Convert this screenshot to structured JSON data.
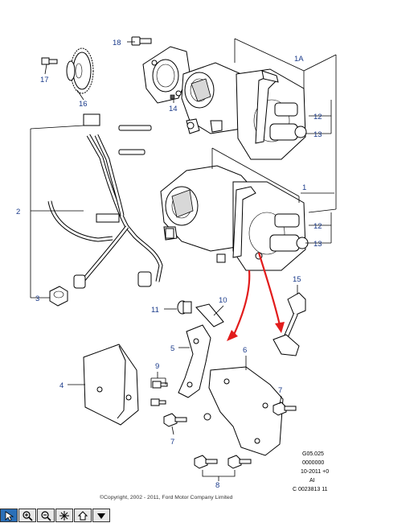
{
  "callouts": {
    "c18": "18",
    "c17": "17",
    "c16": "16",
    "c14": "14",
    "c1A": "1A",
    "c12a": "12",
    "c13a": "13",
    "c1": "1",
    "c12b": "12",
    "c13b": "13",
    "c2": "2",
    "c3": "3",
    "c15": "15",
    "c11": "11",
    "c10": "10",
    "c5": "5",
    "c6": "6",
    "c4": "4",
    "c9": "9",
    "c7a": "7",
    "c7b": "7",
    "c8": "8"
  },
  "reference": {
    "line1": "G05.025",
    "line2": "0000000",
    "line3": "10-2011 +0",
    "line4": "AI",
    "line5": "C  0023813  11"
  },
  "copyright": "©Copyright, 2002 - 2011, Ford Motor Company Limited",
  "colors": {
    "callout": "#1a3a8a",
    "arrow": "#e21c1c",
    "toolbar_active": "#2a6fb8"
  },
  "toolbar": {
    "buttons": [
      "select-icon",
      "zoom-in-icon",
      "zoom-out-icon",
      "fit-icon",
      "home-icon",
      "menu-down-icon"
    ]
  }
}
